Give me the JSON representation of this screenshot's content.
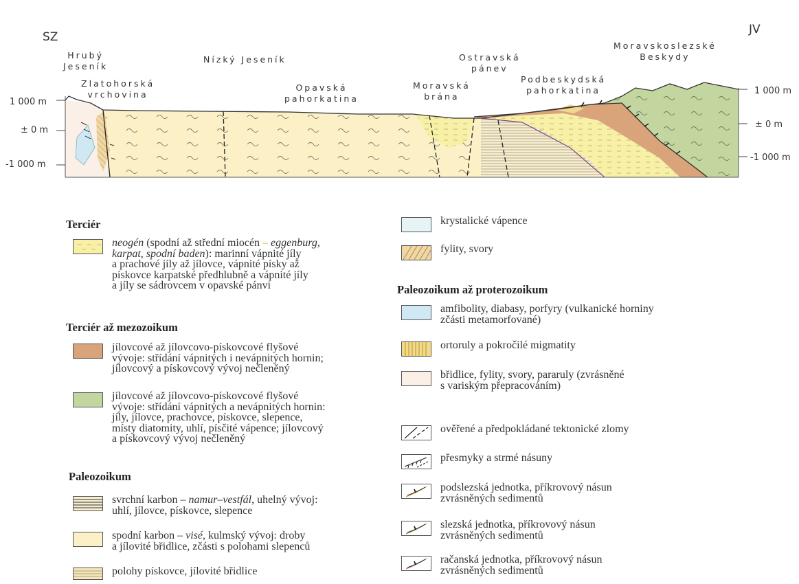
{
  "directions": {
    "left": "SZ",
    "right": "JV"
  },
  "regions": {
    "hruby_jesenik": "Hrubý\nJeseník",
    "nizky_jesenik": "Nízký Jeseník",
    "zlatohorska": "Zlatohorská\nvrchovina",
    "opavska": "Opavská\npahorkatina",
    "moravska_brana": "Moravská\nbrána",
    "ostravska_panev": "Ostravská\npánev",
    "podbeskydska": "Podbeskydská\npahorkatina",
    "moravskoslezske": "Moravskoslezské\nBeskydy"
  },
  "axis": {
    "left": [
      "1 000 m",
      "± 0 m",
      "-1 000 m"
    ],
    "right": [
      "1 000 m",
      "± 0 m",
      "-1 000 m"
    ]
  },
  "colors": {
    "neogen": "#f7f0a6",
    "flys_brown": "#d9a47a",
    "flys_green": "#c3d6a0",
    "karbon_upper": "#f5eed0",
    "karbon_lower": "#fbf0c6",
    "piskovce": "#f4e6b8",
    "krystal": "#e6f3f7",
    "fylity": "#f1d7a2",
    "amfibolity": "#cfe8f3",
    "ortoruly": "#f3da85",
    "bridlice": "#fbf0e8",
    "mauve": "#b97fb3"
  },
  "legend": {
    "tercier": {
      "title": "Terciér",
      "neogen": {
        "lines": [
          [
            "neogén",
            " (spodní až střední miocén ",
            "– ",
            "eggenburg,"
          ],
          [
            "karpat, spodní baden",
            "): marinní vápnité jíly"
          ],
          [
            "a prachové jíly až jílovce, vápnité písky až"
          ],
          [
            "pískovce karpatské předhlubně a vápnité jíly"
          ],
          [
            "a jíly se sádrovcem v opavské pánvi"
          ]
        ]
      }
    },
    "tercier_mezozoikum": {
      "title": "Terciér až mezozoikum",
      "item1": "jílovcové až jílovcovo-pískovcové flyšové\nvývoje: střídání vápnitých i nevápnitých hornin;\njílovcový a pískovcový vývoj nečleněný",
      "item2": "jílovcové až jílovcovo-pískovcové flyšové\nvývoje: střídání vápnitých a nevápnitých hornin:\njíly, jílovce, prachovce, pískovce, slepence,\nmísty diatomity, uhlí, písčité vápence; jílovcový\na pískovcový vývoj nečleněný"
    },
    "paleozoikum": {
      "title": "Paleozoikum",
      "item1_pre": "svrchní karbon – ",
      "item1_it": "namur–vestfál",
      "item1_post": ", uhelný vývoj:",
      "item1_line2": "uhlí, jílovce, pískovce, slepence",
      "item2_pre": "spodní karbon – ",
      "item2_it": "visé",
      "item2_post": ", kulmský vývoj: droby",
      "item2_line2": "a jílovité břidlice, zčásti s polohami slepenců",
      "item3": "polohy pískovce, jílovité břidlice"
    },
    "right_top": {
      "krystal": "krystalické vápence",
      "fylity": "fylity, svory"
    },
    "paleo_protero": {
      "title": "Paleozoikum až proterozoikum",
      "amfibolity": "amfibolity, diabasy, porfyry (vulkanické horniny\nzčásti metamorfované)",
      "ortoruly": "ortoruly a pokročilé migmatity",
      "bridlice": "břidlice, fylity, svory, pararuly (zvrásněné\ns variským přepracováním)"
    },
    "symbols": {
      "zlomy": "ověřené a předpokládané tektonické zlomy",
      "presmyky": "přesmyky a strmé násuny",
      "podslezska": "podslezská jednotka, příkrovový násun\nzvrásněných sedimentů",
      "slezska": "slezská jednotka, příkrovový násun\nzvrásněných sedimentů",
      "racanska": "račanská jednotka, příkrovový násun\nzvrásněných sedimentů"
    }
  }
}
